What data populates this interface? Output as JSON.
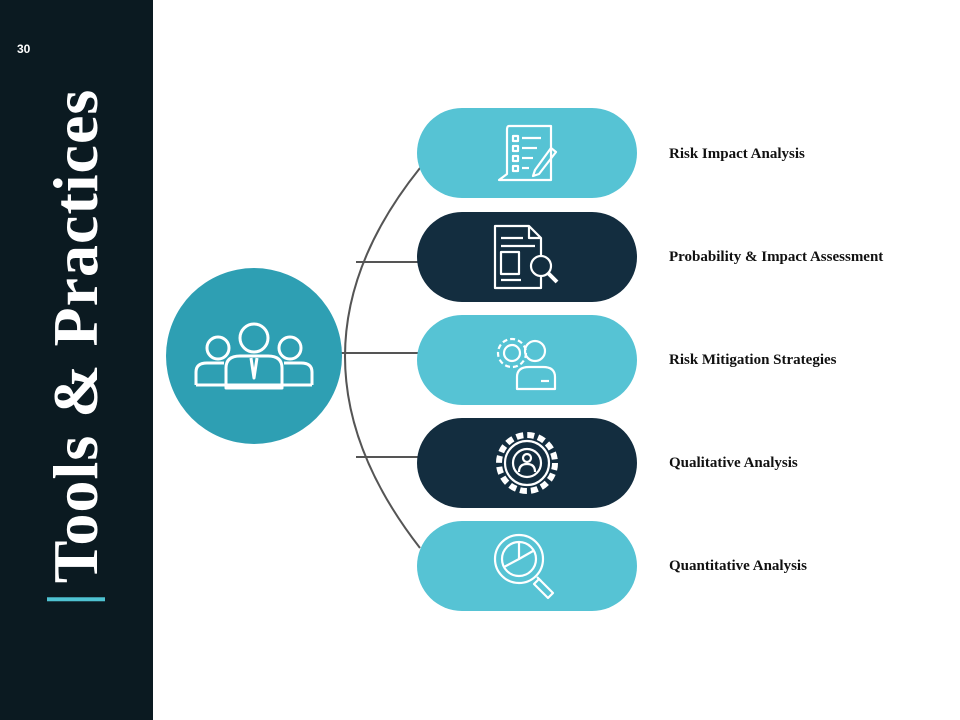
{
  "slide_number": "30",
  "title": "Tools & Practices",
  "colors": {
    "sidebar": "#0b1a21",
    "accent": "#4fc3d2",
    "center": "#2e9fb3",
    "light_pill": "#56c3d4",
    "dark_pill": "#132d3f"
  },
  "center_icon": "team-icon",
  "items": [
    {
      "label": "Risk Impact Analysis",
      "icon": "checklist-pen-icon",
      "style": "light"
    },
    {
      "label": "Probability & Impact Assessment",
      "icon": "document-search-icon",
      "style": "dark"
    },
    {
      "label": "Risk Mitigation Strategies",
      "icon": "user-gear-icon",
      "style": "light"
    },
    {
      "label": "Qualitative Analysis",
      "icon": "user-gear-circle-icon",
      "style": "dark"
    },
    {
      "label": "Quantitative Analysis",
      "icon": "chart-magnifier-icon",
      "style": "light"
    }
  ]
}
